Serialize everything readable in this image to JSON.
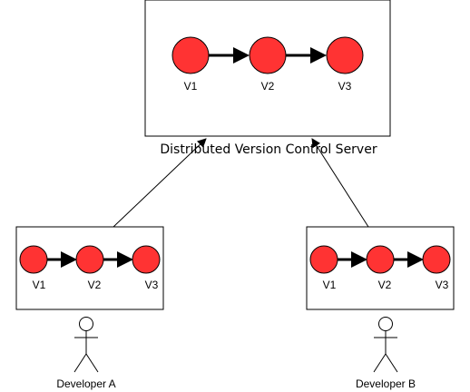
{
  "colors": {
    "node_fill": "#ff3333",
    "stroke": "#000000",
    "background": "#ffffff"
  },
  "server": {
    "title": "Distributed Version Control Server",
    "versions": [
      "V1",
      "V2",
      "V3"
    ]
  },
  "developers": [
    {
      "name": "Developer A",
      "versions": [
        "V1",
        "V2",
        "V3"
      ]
    },
    {
      "name": "Developer B",
      "versions": [
        "V1",
        "V2",
        "V3"
      ]
    }
  ]
}
